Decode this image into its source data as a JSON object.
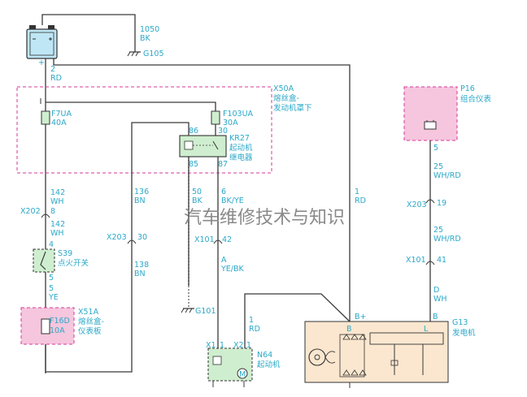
{
  "watermark": "汽车维修技术与知识",
  "battery": {
    "plus": "+",
    "ground_wire": "1050",
    "ground_color": "BK",
    "ground_id": "G105",
    "out_pin": "2",
    "out_color": "RD"
  },
  "fusebox_engine": {
    "id": "X50A",
    "name_line1": "熔丝盒-",
    "name_line2": "发动机罩下",
    "fuse1_id": "F7UA",
    "fuse1_rating": "40A",
    "fuse2_id": "F103UA",
    "fuse2_rating": "30A"
  },
  "relay": {
    "id": "KR27",
    "name_line1": "起动机",
    "name_line2": "继电器",
    "pin86": "86",
    "pin30": "30",
    "pin85": "85",
    "pin87": "87"
  },
  "wires": {
    "w142a": "142",
    "w142a_color": "WH",
    "w136": "136",
    "w136_color": "BN",
    "w50": "50",
    "w50_color": "BK",
    "w6": "6",
    "w6_color": "BK/YE",
    "w1rd": "1",
    "w1rd_color": "RD",
    "x202": "X202",
    "x202_pin": "8",
    "w142b": "142",
    "w142b_color": "WH",
    "x203a": "X203",
    "x203a_pin": "30",
    "w138": "138",
    "w138_color": "BN",
    "x101a": "X101",
    "x101a_pin": "42",
    "wA": "A",
    "wA_color": "YE/BK",
    "g101": "G101",
    "w1rd_b": "1",
    "w1rd_b_color": "RD",
    "s39_pin4": "4",
    "s39_pin5": "5",
    "w5ye": "5",
    "w5ye_color": "YE"
  },
  "ignition": {
    "id": "S39",
    "name": "点火开关"
  },
  "fusebox_ip": {
    "id": "X51A",
    "name_line1": "熔丝盒-",
    "name_line2": "仪表板",
    "fuse_id": "F16D",
    "fuse_rating": "10A"
  },
  "starter": {
    "id": "N64",
    "name": "起动机",
    "x1": "X1",
    "x1_pin": "1",
    "x2": "X2",
    "x2_pin": "1",
    "motor": "M"
  },
  "cluster": {
    "id": "P16",
    "name": "组合仪表",
    "pin": "5"
  },
  "cluster_wires": {
    "w25a": "25",
    "w25a_color": "WH/RD",
    "x203b": "X203",
    "x203b_pin": "19",
    "w25b": "25",
    "w25b_color": "WH/RD",
    "x101b": "X101",
    "x101b_pin": "41",
    "wD": "D",
    "wD_color": "WH"
  },
  "generator": {
    "id": "G13",
    "name": "发电机",
    "bplus": "B+",
    "b_pin": "B",
    "b_inner": "B",
    "l_inner": "L"
  }
}
